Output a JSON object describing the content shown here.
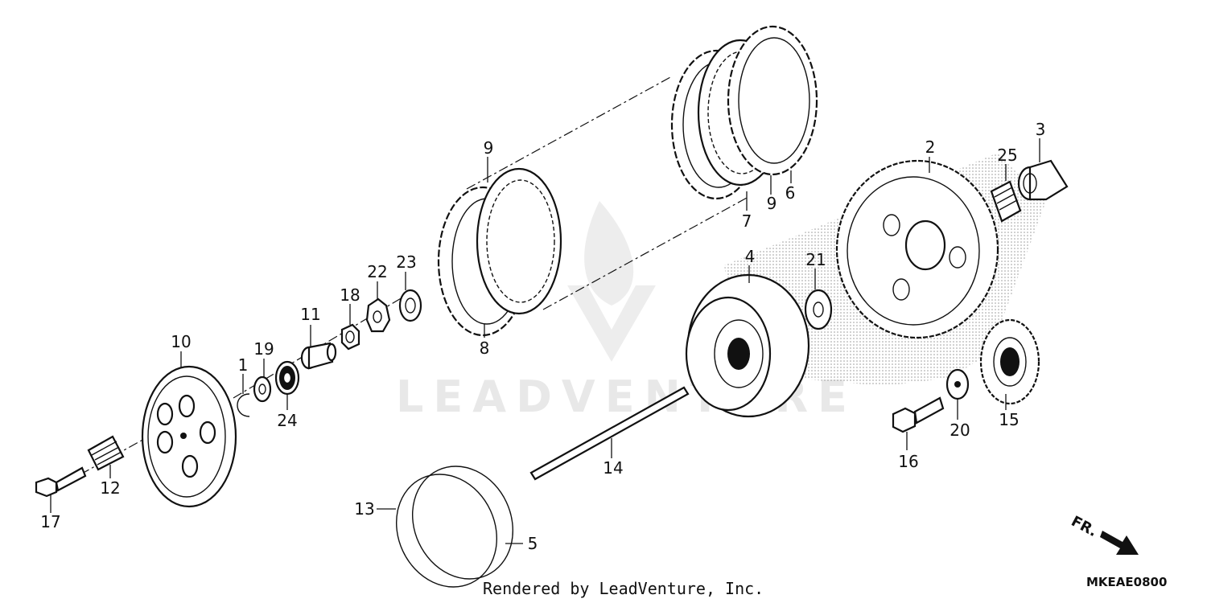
{
  "watermark": {
    "brand": "LEADVENTURE"
  },
  "parts": [
    {
      "id": "1"
    },
    {
      "id": "2"
    },
    {
      "id": "3"
    },
    {
      "id": "4"
    },
    {
      "id": "5"
    },
    {
      "id": "6"
    },
    {
      "id": "7"
    },
    {
      "id": "8"
    },
    {
      "id": "9a",
      "label": "9"
    },
    {
      "id": "9b",
      "label": "9"
    },
    {
      "id": "10"
    },
    {
      "id": "11"
    },
    {
      "id": "12"
    },
    {
      "id": "13"
    },
    {
      "id": "14"
    },
    {
      "id": "15"
    },
    {
      "id": "16"
    },
    {
      "id": "17"
    },
    {
      "id": "18"
    },
    {
      "id": "19"
    },
    {
      "id": "20"
    },
    {
      "id": "21"
    },
    {
      "id": "22"
    },
    {
      "id": "23"
    },
    {
      "id": "24"
    },
    {
      "id": "25"
    }
  ],
  "direction": {
    "label": "FR."
  },
  "diagram_code": "MKEAE0800",
  "footer": "Rendered by LeadVenture, Inc."
}
